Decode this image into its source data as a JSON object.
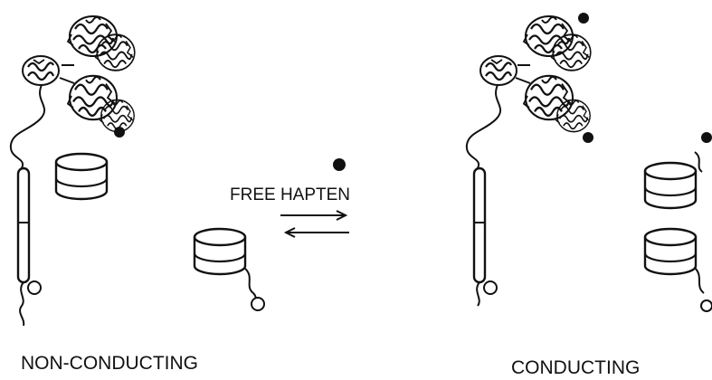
{
  "labels": {
    "free_hapten": "FREE HAPTEN",
    "left_state": "NON-CONDUCTING",
    "right_state": "CONDUCTING"
  },
  "colors": {
    "ink": "#111111",
    "background": "#ffffff"
  }
}
